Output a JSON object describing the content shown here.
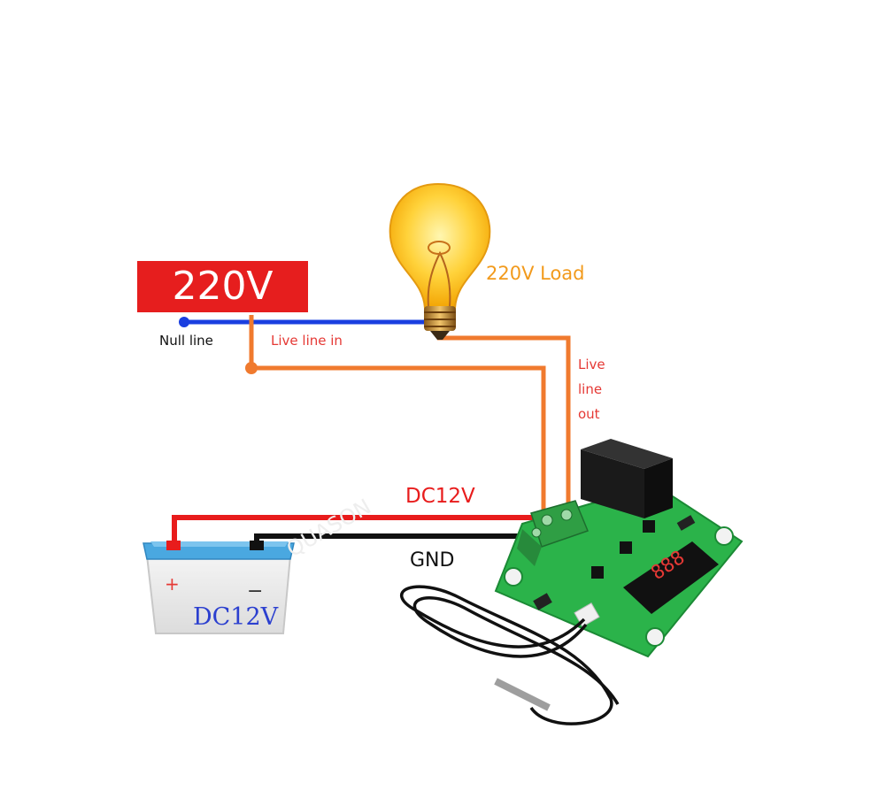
{
  "labels": {
    "source": "220V",
    "null_line": "Null line",
    "live_in": "Live line in",
    "load": "220V Load",
    "live_out": "Live line out",
    "dc_line": "DC12V",
    "gnd": "GND",
    "battery": "DC12V",
    "battery_plus": "+",
    "battery_minus": "−"
  },
  "colors": {
    "null_wire": "#1a3fe0",
    "live_wire": "#f07a2e",
    "dc_wire": "#e81c1c",
    "gnd_wire": "#111111",
    "source_box": "#e61e1e",
    "pcb": "#2bb34a",
    "relay": "#1a1a1a",
    "terminal": "#2f9e44",
    "display_digits": "#e53935",
    "battery_top": "#4aa8e0"
  }
}
